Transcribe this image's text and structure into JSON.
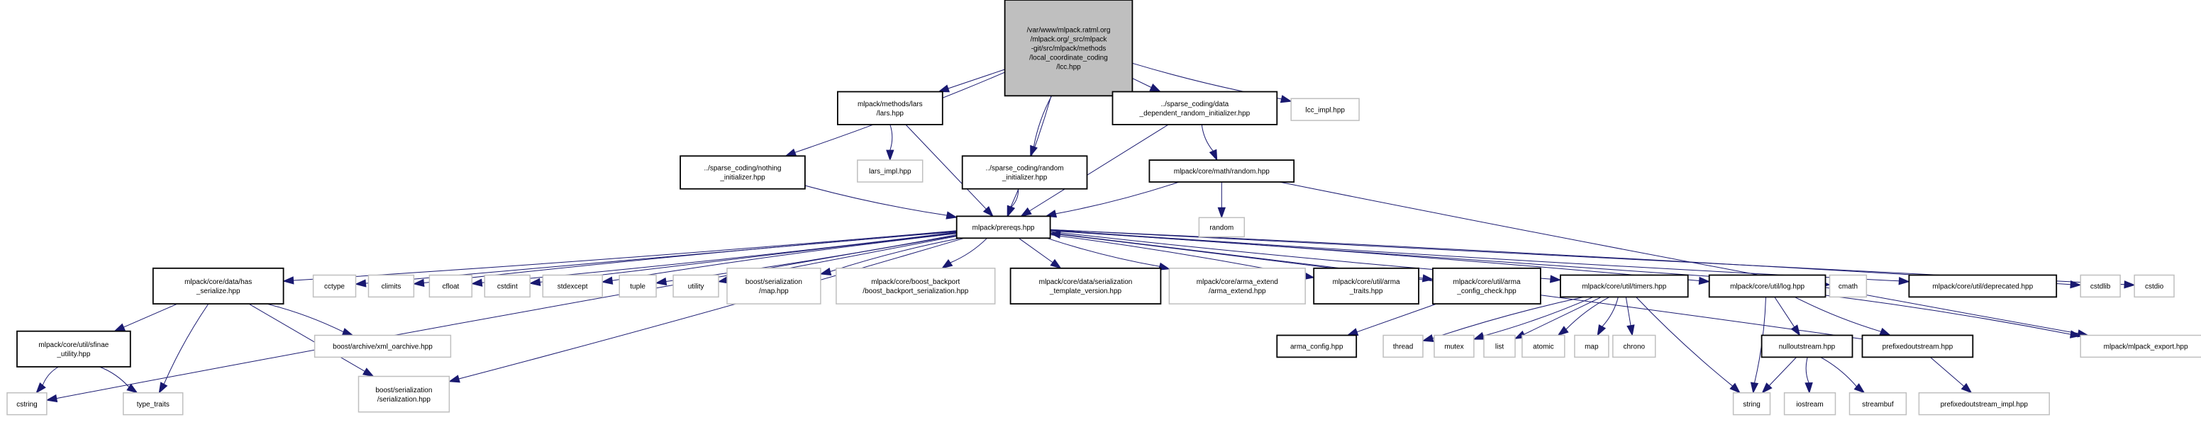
{
  "title": "lcc.hpp include dependency graph",
  "colors": {
    "edge": "#191970",
    "root_fill": "#bfbfbf",
    "root_border": "#000000",
    "documented_border": "#000000",
    "external_border": "#bfbfbf",
    "node_fill": "#ffffff"
  },
  "nodes": [
    {
      "id": "root",
      "kind": "root",
      "lines": [
        "/var/www/mlpack.ratml.org",
        "/mlpack.org/_src/mlpack",
        "-git/src/mlpack/methods",
        "/local_coordinate_coding",
        "/lcc.hpp"
      ]
    },
    {
      "id": "nothing_init",
      "kind": "documented",
      "lines": [
        "../sparse_coding/nothing",
        "_initializer.hpp"
      ]
    },
    {
      "id": "lars",
      "kind": "documented",
      "lines": [
        "mlpack/methods/lars",
        "/lars.hpp"
      ]
    },
    {
      "id": "random_init",
      "kind": "documented",
      "lines": [
        "../sparse_coding/random",
        "_initializer.hpp"
      ]
    },
    {
      "id": "ddr_init",
      "kind": "documented",
      "lines": [
        "../sparse_coding/data",
        "_dependent_random_initializer.hpp"
      ]
    },
    {
      "id": "lcc_impl",
      "kind": "external",
      "lines": [
        "lcc_impl.hpp"
      ]
    },
    {
      "id": "lars_impl",
      "kind": "external",
      "lines": [
        "lars_impl.hpp"
      ]
    },
    {
      "id": "math_random",
      "kind": "documented",
      "lines": [
        "mlpack/core/math/random.hpp"
      ]
    },
    {
      "id": "random",
      "kind": "external",
      "lines": [
        "random"
      ]
    },
    {
      "id": "prereqs",
      "kind": "documented",
      "lines": [
        "mlpack/prereqs.hpp"
      ]
    },
    {
      "id": "has_serialize",
      "kind": "documented",
      "lines": [
        "mlpack/core/data/has",
        "_serialize.hpp"
      ]
    },
    {
      "id": "cctype",
      "kind": "external",
      "lines": [
        "cctype"
      ]
    },
    {
      "id": "climits",
      "kind": "external",
      "lines": [
        "climits"
      ]
    },
    {
      "id": "cfloat",
      "kind": "external",
      "lines": [
        "cfloat"
      ]
    },
    {
      "id": "cstdint",
      "kind": "external",
      "lines": [
        "cstdint"
      ]
    },
    {
      "id": "stdexcept",
      "kind": "external",
      "lines": [
        "stdexcept"
      ]
    },
    {
      "id": "tuple",
      "kind": "external",
      "lines": [
        "tuple"
      ]
    },
    {
      "id": "utility",
      "kind": "external",
      "lines": [
        "utility"
      ]
    },
    {
      "id": "boost_map",
      "kind": "external",
      "lines": [
        "boost/serialization",
        "/map.hpp"
      ]
    },
    {
      "id": "boost_backport",
      "kind": "external",
      "lines": [
        "mlpack/core/boost_backport",
        "/boost_backport_serialization.hpp"
      ]
    },
    {
      "id": "ser_template",
      "kind": "documented",
      "lines": [
        "mlpack/core/data/serialization",
        "_template_version.hpp"
      ]
    },
    {
      "id": "arma_extend",
      "kind": "external",
      "lines": [
        "mlpack/core/arma_extend",
        "/arma_extend.hpp"
      ]
    },
    {
      "id": "arma_traits",
      "kind": "documented",
      "lines": [
        "mlpack/core/util/arma",
        "_traits.hpp"
      ]
    },
    {
      "id": "arma_config_check",
      "kind": "documented",
      "lines": [
        "mlpack/core/util/arma",
        "_config_check.hpp"
      ]
    },
    {
      "id": "timers",
      "kind": "documented",
      "lines": [
        "mlpack/core/util/timers.hpp"
      ]
    },
    {
      "id": "log",
      "kind": "documented",
      "lines": [
        "mlpack/core/util/log.hpp"
      ]
    },
    {
      "id": "cmath",
      "kind": "external",
      "lines": [
        "cmath"
      ]
    },
    {
      "id": "deprecated",
      "kind": "documented",
      "lines": [
        "mlpack/core/util/deprecated.hpp"
      ]
    },
    {
      "id": "cstdlib",
      "kind": "external",
      "lines": [
        "cstdlib"
      ]
    },
    {
      "id": "cstdio",
      "kind": "external",
      "lines": [
        "cstdio"
      ]
    },
    {
      "id": "sfinae",
      "kind": "documented",
      "lines": [
        "mlpack/core/util/sfinae",
        "_utility.hpp"
      ]
    },
    {
      "id": "xml_oarchive",
      "kind": "external",
      "lines": [
        "boost/archive/xml_oarchive.hpp"
      ]
    },
    {
      "id": "boost_serialization",
      "kind": "external",
      "lines": [
        "boost/serialization",
        "/serialization.hpp"
      ]
    },
    {
      "id": "arma_config",
      "kind": "documented",
      "lines": [
        "arma_config.hpp"
      ]
    },
    {
      "id": "thread",
      "kind": "external",
      "lines": [
        "thread"
      ]
    },
    {
      "id": "mutex",
      "kind": "external",
      "lines": [
        "mutex"
      ]
    },
    {
      "id": "list",
      "kind": "external",
      "lines": [
        "list"
      ]
    },
    {
      "id": "atomic",
      "kind": "external",
      "lines": [
        "atomic"
      ]
    },
    {
      "id": "map",
      "kind": "external",
      "lines": [
        "map"
      ]
    },
    {
      "id": "chrono",
      "kind": "external",
      "lines": [
        "chrono"
      ]
    },
    {
      "id": "nulloutstream",
      "kind": "documented",
      "lines": [
        "nulloutstream.hpp"
      ]
    },
    {
      "id": "prefixedoutstream",
      "kind": "documented",
      "lines": [
        "prefixedoutstream.hpp"
      ]
    },
    {
      "id": "mlpack_export",
      "kind": "external",
      "lines": [
        "mlpack/mlpack_export.hpp"
      ]
    },
    {
      "id": "cstring",
      "kind": "external",
      "lines": [
        "cstring"
      ]
    },
    {
      "id": "type_traits",
      "kind": "external",
      "lines": [
        "type_traits"
      ]
    },
    {
      "id": "string",
      "kind": "external",
      "lines": [
        "string"
      ]
    },
    {
      "id": "iostream",
      "kind": "external",
      "lines": [
        "iostream"
      ]
    },
    {
      "id": "streambuf",
      "kind": "external",
      "lines": [
        "streambuf"
      ]
    },
    {
      "id": "prefixedoutstream_impl",
      "kind": "external",
      "lines": [
        "prefixedoutstream_impl.hpp"
      ]
    }
  ],
  "edges": [
    [
      "root",
      "nothing_init"
    ],
    [
      "root",
      "lars"
    ],
    [
      "root",
      "random_init"
    ],
    [
      "root",
      "prereqs"
    ],
    [
      "root",
      "ddr_init"
    ],
    [
      "root",
      "lcc_impl"
    ],
    [
      "lars",
      "lars_impl"
    ],
    [
      "lars",
      "prereqs"
    ],
    [
      "nothing_init",
      "prereqs"
    ],
    [
      "random_init",
      "prereqs"
    ],
    [
      "ddr_init",
      "prereqs"
    ],
    [
      "ddr_init",
      "math_random"
    ],
    [
      "math_random",
      "prereqs"
    ],
    [
      "math_random",
      "random"
    ],
    [
      "math_random",
      "mlpack_export"
    ],
    [
      "prereqs",
      "has_serialize"
    ],
    [
      "prereqs",
      "cctype"
    ],
    [
      "prereqs",
      "climits"
    ],
    [
      "prereqs",
      "cfloat"
    ],
    [
      "prereqs",
      "cstdint"
    ],
    [
      "prereqs",
      "stdexcept"
    ],
    [
      "prereqs",
      "tuple"
    ],
    [
      "prereqs",
      "utility"
    ],
    [
      "prereqs",
      "boost_map"
    ],
    [
      "prereqs",
      "boost_backport"
    ],
    [
      "prereqs",
      "ser_template"
    ],
    [
      "prereqs",
      "arma_extend"
    ],
    [
      "prereqs",
      "arma_traits"
    ],
    [
      "prereqs",
      "arma_config_check"
    ],
    [
      "prereqs",
      "timers"
    ],
    [
      "prereqs",
      "log"
    ],
    [
      "prereqs",
      "cmath"
    ],
    [
      "prereqs",
      "deprecated"
    ],
    [
      "prereqs",
      "cstdlib"
    ],
    [
      "prereqs",
      "cstdio"
    ],
    [
      "prereqs",
      "cstring"
    ],
    [
      "prereqs",
      "boost_serialization"
    ],
    [
      "has_serialize",
      "sfinae"
    ],
    [
      "has_serialize",
      "type_traits"
    ],
    [
      "has_serialize",
      "xml_oarchive"
    ],
    [
      "has_serialize",
      "boost_serialization"
    ],
    [
      "sfinae",
      "cstring"
    ],
    [
      "sfinae",
      "type_traits"
    ],
    [
      "arma_config_check",
      "arma_config"
    ],
    [
      "timers",
      "thread"
    ],
    [
      "timers",
      "mutex"
    ],
    [
      "timers",
      "list"
    ],
    [
      "timers",
      "atomic"
    ],
    [
      "timers",
      "map"
    ],
    [
      "timers",
      "chrono"
    ],
    [
      "timers",
      "string"
    ],
    [
      "log",
      "string"
    ],
    [
      "log",
      "nulloutstream"
    ],
    [
      "log",
      "prefixedoutstream"
    ],
    [
      "log",
      "mlpack_export"
    ],
    [
      "nulloutstream",
      "string"
    ],
    [
      "nulloutstream",
      "iostream"
    ],
    [
      "nulloutstream",
      "streambuf"
    ],
    [
      "prefixedoutstream",
      "prefixedoutstream_impl"
    ],
    [
      "prefixedoutstream",
      "prereqs"
    ]
  ]
}
